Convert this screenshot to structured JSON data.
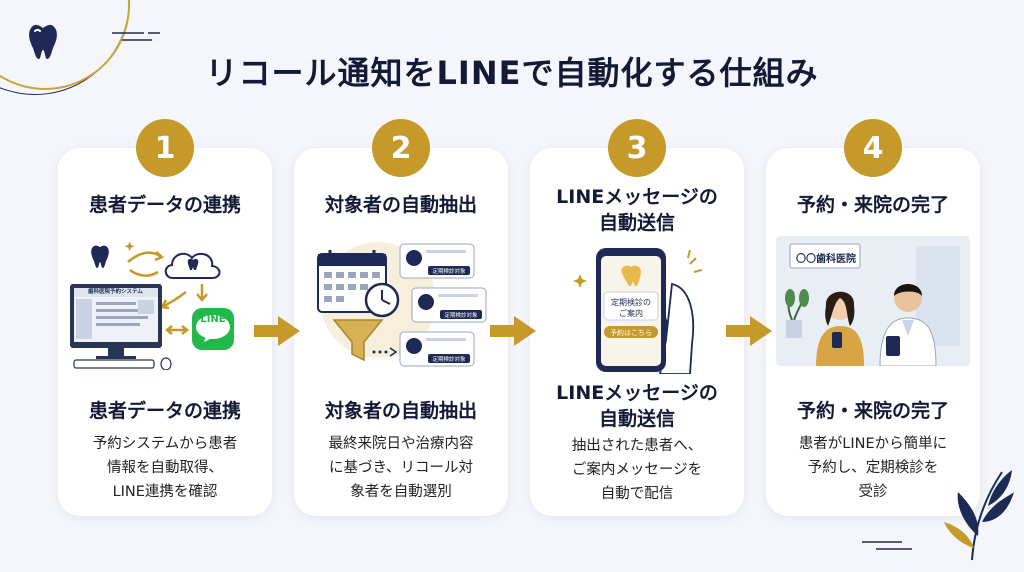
{
  "title": "リコール通知をLINEで自動化する仕組み",
  "colors": {
    "gold": "#c59a2a",
    "navy": "#1e2a55",
    "line_green": "#22b84a",
    "card": "#ffffff"
  },
  "steps": [
    {
      "number": "1",
      "heading": "患者データの連携",
      "subheading": "患者データの連携",
      "desc_lines": [
        "予約システムから患者",
        "情報を自動取得、",
        "LINE連携を確認"
      ],
      "screen_title": "歯科医院予約システム",
      "line_label": "LINE"
    },
    {
      "number": "2",
      "heading": "対象者の自動抽出",
      "subheading": "対象者の自動抽出",
      "desc_lines": [
        "最終来院日や治療内容",
        "に基づき、リコール対",
        "象者を自動選別"
      ],
      "tags": [
        "定期検診対象",
        "定期検診対象",
        "定期検診対象"
      ]
    },
    {
      "number": "3",
      "heading_lines": [
        "LINEメッセージの",
        "自動送信"
      ],
      "subheading_lines": [
        "LINEメッセージの",
        "自動送信"
      ],
      "desc_lines": [
        "抽出された患者へ、",
        "ご案内メッセージを",
        "自動で配信"
      ],
      "bubble_lines": [
        "定期検診の",
        "ご案内"
      ],
      "phone_button": "予約はこちら"
    },
    {
      "number": "4",
      "heading": "予約・来院の完了",
      "subheading": "予約・来院の完了",
      "desc_lines": [
        "患者がLINEから簡単に",
        "予約し、定期検診を",
        "受診"
      ],
      "clinic_sign": "〇〇歯科医院"
    }
  ]
}
